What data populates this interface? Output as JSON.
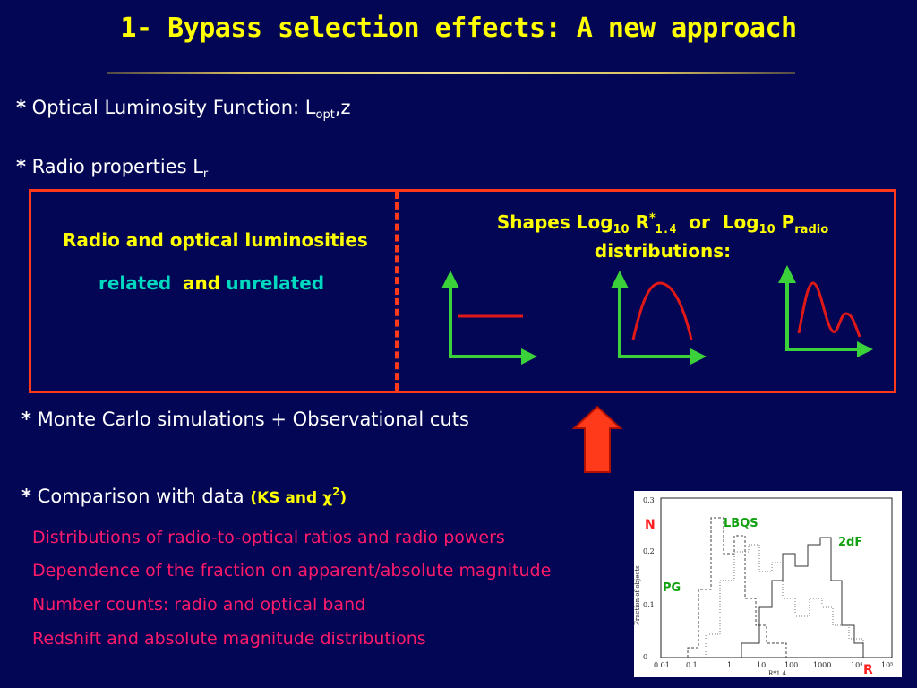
{
  "slide": {
    "title": "1- Bypass selection effects: A new approach",
    "bullets": {
      "optical": {
        "star": "*",
        "text": "Optical Luminosity Function:  L",
        "sub": "opt",
        "suffix": ",z"
      },
      "radio": {
        "star": "*",
        "text": "Radio properties  L",
        "sub": "r"
      },
      "monte_carlo": {
        "star": "*",
        "text": "Monte Carlo simulations + Observational cuts"
      },
      "comparison": {
        "star": "*",
        "text": "Comparison with data",
        "paren_open": "(KS and ",
        "chi": "χ",
        "sup": "2",
        "paren_close": ")"
      }
    },
    "box": {
      "left_line1": "Radio and optical luminosities",
      "left_related": "related",
      "left_and": "and",
      "left_unrelated": "unrelated",
      "right_shapes": "Shapes Log",
      "right_sub10a": "10",
      "right_R": " R",
      "right_star": "*",
      "right_sub14": "1.4",
      "right_or": "  or  Log",
      "right_sub10b": "10",
      "right_P": " P",
      "right_subradio": "radio",
      "right_line2": "distributions:"
    },
    "comparison_items": [
      "Distributions of radio-to-optical ratios  and  radio powers",
      "Dependence of the fraction on apparent/absolute magnitude",
      "Number counts: radio and optical band",
      "Redshift and absolute magnitude distributions"
    ],
    "histogram": {
      "label_N": "N",
      "label_R": "R",
      "label_LBQS": "LBQS",
      "label_2dF": "2dF",
      "label_PG": "PG",
      "ylabel": "Fraction of objects",
      "xlabel": "R*1.4",
      "yticks": [
        "0",
        "0.1",
        "0.2",
        "0.3"
      ],
      "xticks": [
        "0.01",
        "0.1",
        "1",
        "10",
        "100",
        "1000",
        "10⁴",
        "10⁵"
      ]
    },
    "colors": {
      "background": "#020654",
      "title": "#ffff00",
      "box_border": "#ff3a1a",
      "axis_green": "#3ad13a",
      "curve_red": "#e01818",
      "list_text": "#ff1a6a",
      "highlight_cyan": "#00d8c0"
    }
  }
}
